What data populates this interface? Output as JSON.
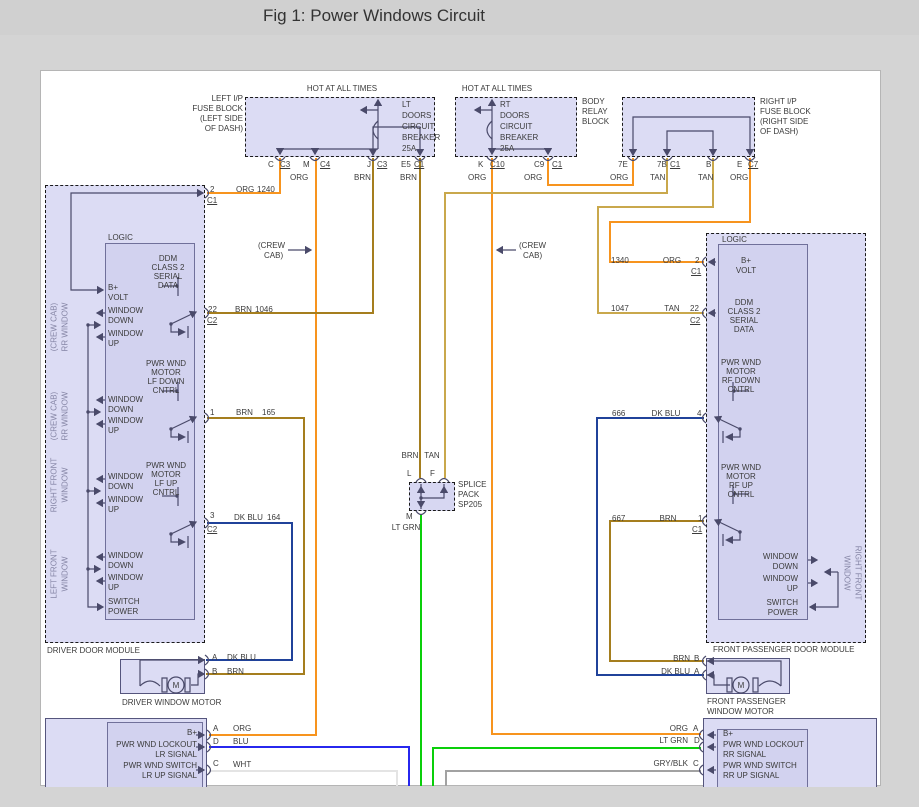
{
  "title": "Fig 1: Power Windows Circuit",
  "colors": {
    "page_bg": "#d4d4d4",
    "canvas_bg": "#ffffff",
    "module_fill": "#dcdcf4",
    "logic_fill": "#d2d2ef",
    "line": "#4a4a6a"
  },
  "wire_colors": {
    "org": "#F7941E",
    "brn": "#A57E1E",
    "tan": "#C9A84C",
    "dkb": "#20429A",
    "blu": "#2727EE",
    "grn": "#0ACF0A",
    "wht": "#E4E4E4",
    "gry": "#A2A2A2"
  },
  "labels": [
    [
      "HOT AT ALL TIMES",
      342,
      84,
      "c"
    ],
    [
      "HOT AT ALL TIMES",
      497,
      84,
      "c"
    ],
    [
      "LEFT I/P",
      243,
      94,
      "r"
    ],
    [
      "FUSE BLOCK",
      243,
      104,
      "r"
    ],
    [
      "(LEFT SIDE",
      243,
      114,
      "r"
    ],
    [
      "OF DASH)",
      243,
      124,
      "r"
    ],
    [
      "BODY",
      582,
      97,
      ""
    ],
    [
      "RELAY",
      582,
      107,
      ""
    ],
    [
      "BLOCK",
      582,
      117,
      ""
    ],
    [
      "RIGHT I/P",
      760,
      97,
      ""
    ],
    [
      "FUSE BLOCK",
      760,
      107,
      ""
    ],
    [
      "(RIGHT SIDE",
      760,
      117,
      ""
    ],
    [
      "OF DASH)",
      760,
      127,
      ""
    ],
    [
      "LT",
      402,
      100,
      ""
    ],
    [
      "DOORS",
      402,
      111,
      ""
    ],
    [
      "CIRCUIT",
      402,
      122,
      ""
    ],
    [
      "BREAKER",
      402,
      133,
      ""
    ],
    [
      "25A",
      402,
      144,
      ""
    ],
    [
      "RT",
      500,
      100,
      ""
    ],
    [
      "DOORS",
      500,
      111,
      ""
    ],
    [
      "CIRCUIT",
      500,
      122,
      ""
    ],
    [
      "BREAKER",
      500,
      133,
      ""
    ],
    [
      "25A",
      500,
      144,
      ""
    ],
    [
      "C",
      268,
      160,
      ""
    ],
    [
      "C3",
      280,
      160,
      "u"
    ],
    [
      "M",
      303,
      160,
      ""
    ],
    [
      "C4",
      320,
      160,
      "u"
    ],
    [
      "J",
      367,
      160,
      ""
    ],
    [
      "C3",
      377,
      160,
      "u"
    ],
    [
      "E5",
      401,
      160,
      ""
    ],
    [
      "C1",
      414,
      160,
      "u"
    ],
    [
      "K",
      478,
      160,
      ""
    ],
    [
      "C10",
      490,
      160,
      "u"
    ],
    [
      "C9",
      534,
      160,
      ""
    ],
    [
      "C1",
      552,
      160,
      "u"
    ],
    [
      "7E",
      618,
      160,
      ""
    ],
    [
      "7B",
      657,
      160,
      ""
    ],
    [
      "C1",
      670,
      160,
      "u"
    ],
    [
      "B",
      706,
      160,
      ""
    ],
    [
      "E",
      737,
      160,
      ""
    ],
    [
      "C7",
      748,
      160,
      "u"
    ],
    [
      "ORG",
      290,
      173,
      ""
    ],
    [
      "BRN",
      354,
      173,
      ""
    ],
    [
      "BRN",
      400,
      173,
      ""
    ],
    [
      "ORG",
      468,
      173,
      ""
    ],
    [
      "ORG",
      524,
      173,
      ""
    ],
    [
      "ORG",
      610,
      173,
      ""
    ],
    [
      "TAN",
      650,
      173,
      ""
    ],
    [
      "TAN",
      698,
      173,
      ""
    ],
    [
      "ORG",
      730,
      173,
      ""
    ],
    [
      "(CREW",
      258,
      241,
      ""
    ],
    [
      "CAB)",
      264,
      251,
      ""
    ],
    [
      "(CREW",
      519,
      241,
      ""
    ],
    [
      "CAB)",
      523,
      251,
      ""
    ],
    [
      "2",
      210,
      185,
      ""
    ],
    [
      "C1",
      207,
      196,
      "u"
    ],
    [
      "ORG",
      236,
      185,
      ""
    ],
    [
      "1240",
      257,
      185,
      ""
    ],
    [
      "22",
      208,
      305,
      ""
    ],
    [
      "C2",
      207,
      316,
      "u"
    ],
    [
      "BRN",
      235,
      305,
      ""
    ],
    [
      "1046",
      255,
      305,
      ""
    ],
    [
      "1",
      210,
      408,
      ""
    ],
    [
      "BRN",
      236,
      408,
      ""
    ],
    [
      "165",
      262,
      408,
      ""
    ],
    [
      "3",
      210,
      511,
      ""
    ],
    [
      "C2",
      207,
      525,
      "u"
    ],
    [
      "DK BLU",
      234,
      513,
      ""
    ],
    [
      "164",
      267,
      513,
      ""
    ],
    [
      "LOGIC",
      108,
      233,
      ""
    ],
    [
      "DDM",
      168,
      254,
      "c"
    ],
    [
      "CLASS 2",
      168,
      263,
      "c"
    ],
    [
      "SERIAL",
      168,
      272,
      "c"
    ],
    [
      "DATA",
      168,
      281,
      "c"
    ],
    [
      "B+",
      108,
      283,
      ""
    ],
    [
      "VOLT",
      108,
      293,
      ""
    ],
    [
      "WINDOW",
      108,
      306,
      ""
    ],
    [
      "DOWN",
      108,
      316,
      ""
    ],
    [
      "WINDOW",
      108,
      329,
      ""
    ],
    [
      "UP",
      108,
      339,
      ""
    ],
    [
      "PWR WND",
      166,
      359,
      "c"
    ],
    [
      "MOTOR",
      166,
      368,
      "c"
    ],
    [
      "LF DOWN",
      166,
      377,
      "c"
    ],
    [
      "CNTRL",
      166,
      386,
      "c"
    ],
    [
      "WINDOW",
      108,
      395,
      ""
    ],
    [
      "DOWN",
      108,
      405,
      ""
    ],
    [
      "WINDOW",
      108,
      416,
      ""
    ],
    [
      "UP",
      108,
      426,
      ""
    ],
    [
      "PWR WND",
      166,
      461,
      "c"
    ],
    [
      "MOTOR",
      166,
      470,
      "c"
    ],
    [
      "LF UP",
      166,
      479,
      "c"
    ],
    [
      "CNTRL",
      166,
      488,
      "c"
    ],
    [
      "WINDOW",
      108,
      472,
      ""
    ],
    [
      "DOWN",
      108,
      482,
      ""
    ],
    [
      "WINDOW",
      108,
      495,
      ""
    ],
    [
      "UP",
      108,
      505,
      ""
    ],
    [
      "WINDOW",
      108,
      551,
      ""
    ],
    [
      "DOWN",
      108,
      561,
      ""
    ],
    [
      "WINDOW",
      108,
      573,
      ""
    ],
    [
      "UP",
      108,
      583,
      ""
    ],
    [
      "SWITCH",
      108,
      597,
      ""
    ],
    [
      "POWER",
      108,
      607,
      ""
    ],
    [
      "DRIVER DOOR MODULE",
      47,
      646,
      ""
    ],
    [
      "(CREW CAB)",
      54,
      327,
      "rl g"
    ],
    [
      "RR WINDOW",
      65,
      327,
      "rl g"
    ],
    [
      "(CREW CAB)",
      54,
      416,
      "rl g"
    ],
    [
      "RR WINDOW",
      65,
      416,
      "rl g"
    ],
    [
      "RIGHT FRONT",
      54,
      485,
      "rl g"
    ],
    [
      "WINDOW",
      65,
      485,
      "rl g"
    ],
    [
      "LEFT FRONT",
      54,
      574,
      "rl g"
    ],
    [
      "WINDOW",
      65,
      574,
      "rl g"
    ],
    [
      "A",
      212,
      653,
      ""
    ],
    [
      "DK BLU",
      227,
      653,
      ""
    ],
    [
      "B",
      212,
      667,
      ""
    ],
    [
      "BRN",
      227,
      667,
      ""
    ],
    [
      "M",
      176,
      681,
      "c"
    ],
    [
      "DRIVER WINDOW MOTOR",
      122,
      698,
      ""
    ],
    [
      "B+",
      197,
      728,
      "r"
    ],
    [
      "PWR WND LOCKOUT",
      197,
      740,
      "r"
    ],
    [
      "LR SIGNAL",
      197,
      750,
      "r"
    ],
    [
      "PWR WND SWITCH",
      197,
      761,
      "r"
    ],
    [
      "LR UP SIGNAL",
      197,
      771,
      "r"
    ],
    [
      "A",
      213,
      724,
      ""
    ],
    [
      "ORG",
      233,
      724,
      ""
    ],
    [
      "D",
      213,
      737,
      ""
    ],
    [
      "BLU",
      233,
      737,
      ""
    ],
    [
      "C",
      213,
      759,
      ""
    ],
    [
      "WHT",
      233,
      760,
      ""
    ],
    [
      "BRN",
      410,
      451,
      "c"
    ],
    [
      "TAN",
      432,
      451,
      "c"
    ],
    [
      "L",
      407,
      469,
      ""
    ],
    [
      "F",
      430,
      469,
      ""
    ],
    [
      "SPLICE",
      458,
      480,
      ""
    ],
    [
      "PACK",
      458,
      490,
      ""
    ],
    [
      "SP205",
      458,
      500,
      ""
    ],
    [
      "M",
      406,
      512,
      ""
    ],
    [
      "LT GRN",
      406,
      523,
      "c"
    ],
    [
      "1340",
      611,
      256,
      ""
    ],
    [
      "ORG",
      672,
      256,
      "c"
    ],
    [
      "2",
      695,
      256,
      ""
    ],
    [
      "C1",
      691,
      267,
      "u"
    ],
    [
      "1047",
      611,
      304,
      ""
    ],
    [
      "TAN",
      672,
      304,
      "c"
    ],
    [
      "22",
      690,
      304,
      ""
    ],
    [
      "C2",
      690,
      316,
      "u"
    ],
    [
      "666",
      612,
      409,
      ""
    ],
    [
      "DK BLU",
      666,
      409,
      "c"
    ],
    [
      "4",
      697,
      409,
      ""
    ],
    [
      "667",
      612,
      514,
      ""
    ],
    [
      "BRN",
      668,
      514,
      "c"
    ],
    [
      "1",
      698,
      514,
      ""
    ],
    [
      "C1",
      692,
      525,
      "u"
    ],
    [
      "LOGIC",
      722,
      235,
      ""
    ],
    [
      "B+",
      746,
      256,
      "c"
    ],
    [
      "VOLT",
      746,
      266,
      "c"
    ],
    [
      "DDM",
      744,
      298,
      "c"
    ],
    [
      "CLASS 2",
      744,
      307,
      "c"
    ],
    [
      "SERIAL",
      744,
      316,
      "c"
    ],
    [
      "DATA",
      744,
      325,
      "c"
    ],
    [
      "PWR WND",
      741,
      358,
      "c"
    ],
    [
      "MOTOR",
      741,
      367,
      "c"
    ],
    [
      "RF DOWN",
      741,
      376,
      "c"
    ],
    [
      "CNTRL",
      741,
      385,
      "c"
    ],
    [
      "PWR WND",
      741,
      463,
      "c"
    ],
    [
      "MOTOR",
      741,
      472,
      "c"
    ],
    [
      "RF UP",
      741,
      481,
      "c"
    ],
    [
      "CNTRL",
      741,
      490,
      "c"
    ],
    [
      "WINDOW",
      798,
      552,
      "r"
    ],
    [
      "DOWN",
      798,
      562,
      "r"
    ],
    [
      "WINDOW",
      798,
      574,
      "r"
    ],
    [
      "UP",
      798,
      584,
      "r"
    ],
    [
      "SWITCH",
      798,
      598,
      "r"
    ],
    [
      "POWER",
      798,
      608,
      "r"
    ],
    [
      "RIGHT FRONT",
      858,
      573,
      "rr g"
    ],
    [
      "WINDOW",
      847,
      573,
      "rr g"
    ],
    [
      "FRONT PASSENGER DOOR MODULE",
      713,
      645,
      ""
    ],
    [
      "BRN",
      690,
      654,
      "r"
    ],
    [
      "B",
      694,
      654,
      ""
    ],
    [
      "DK BLU",
      690,
      667,
      "r"
    ],
    [
      "A",
      694,
      667,
      ""
    ],
    [
      "M",
      741,
      681,
      "c"
    ],
    [
      "FRONT PASSENGER",
      707,
      697,
      ""
    ],
    [
      "WINDOW MOTOR",
      707,
      707,
      ""
    ],
    [
      "B+",
      723,
      729,
      ""
    ],
    [
      "PWR WND LOCKOUT",
      723,
      740,
      ""
    ],
    [
      "RR SIGNAL",
      723,
      750,
      ""
    ],
    [
      "PWR WND SWITCH",
      723,
      761,
      ""
    ],
    [
      "RR UP SIGNAL",
      723,
      771,
      ""
    ],
    [
      "ORG",
      688,
      724,
      "r"
    ],
    [
      "A",
      693,
      724,
      ""
    ],
    [
      "LT GRN",
      688,
      736,
      "r"
    ],
    [
      "D",
      694,
      736,
      ""
    ],
    [
      "GRY/BLK",
      688,
      759,
      "r"
    ],
    [
      "C",
      693,
      759,
      ""
    ]
  ]
}
